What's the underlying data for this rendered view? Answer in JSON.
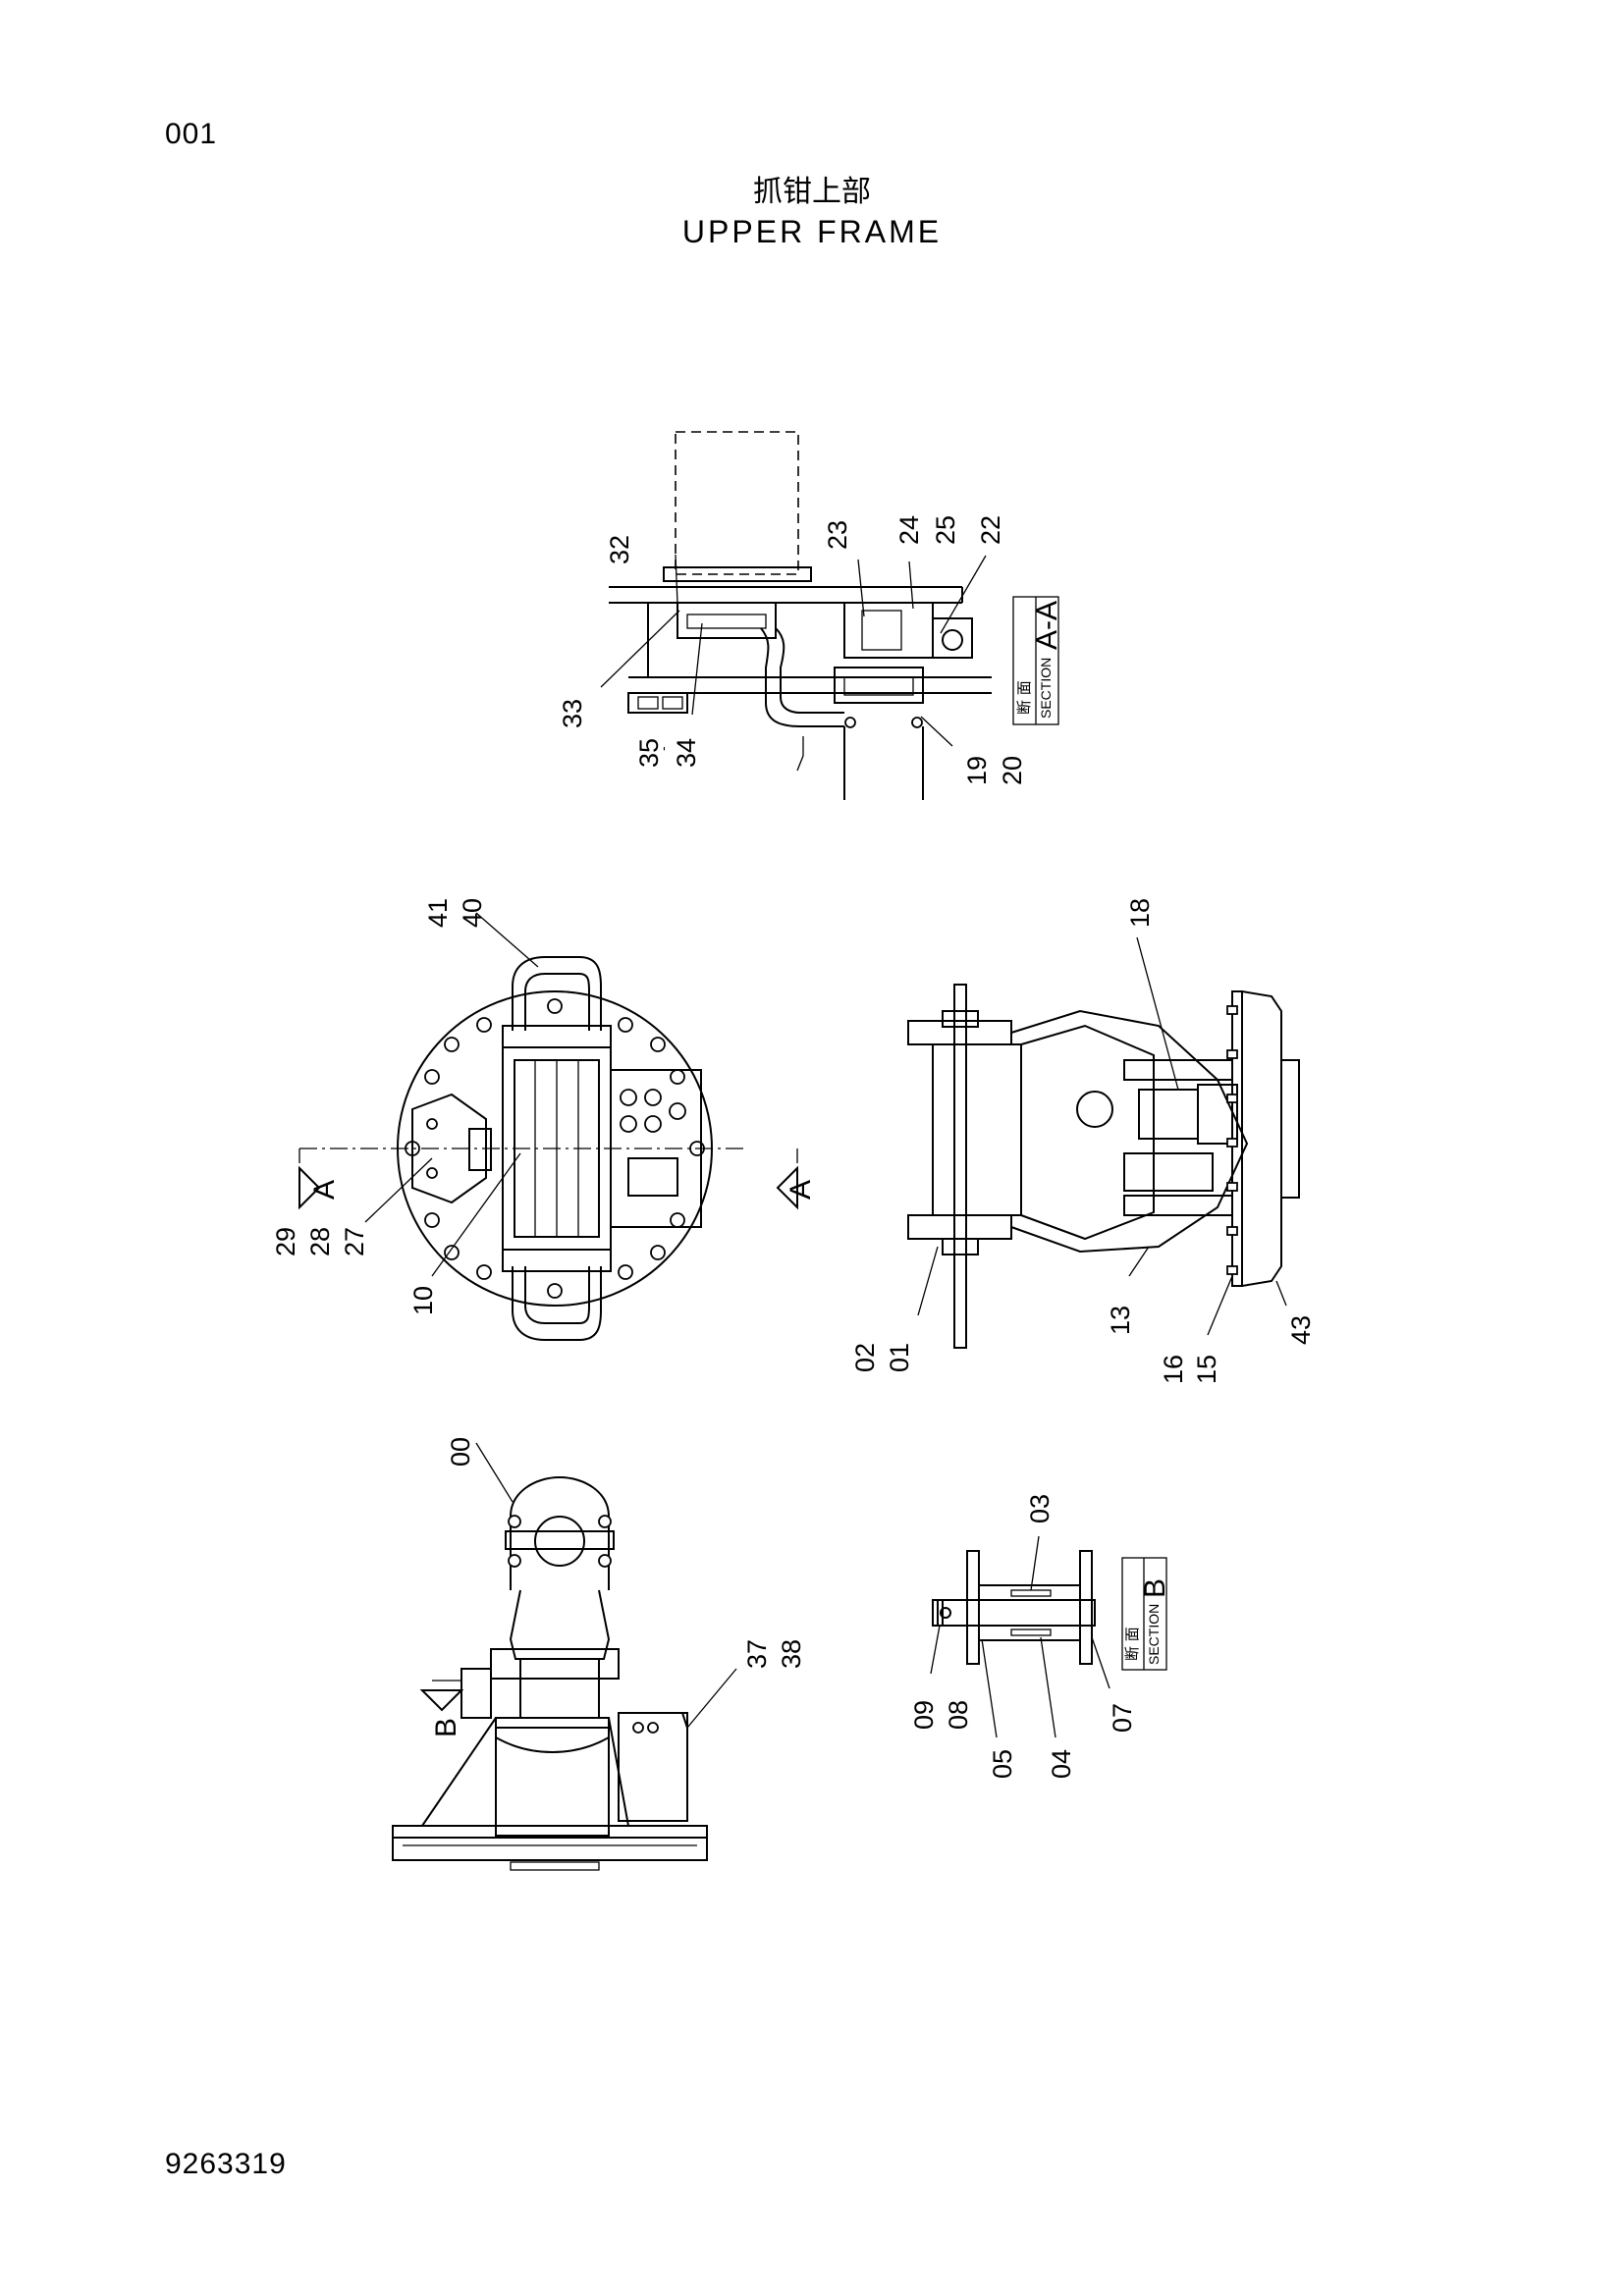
{
  "header": {
    "page_number": "001",
    "title_cn": "抓钳上部",
    "title_en": "UPPER FRAME"
  },
  "footer": {
    "document_number": "9263319"
  },
  "section_aa": {
    "label_cn": "断 面",
    "label_en": "SECTION",
    "letter": "A-A"
  },
  "section_b": {
    "label_cn": "断 面",
    "label_en": "SECTION",
    "letter": "B"
  },
  "view_markers": {
    "a_left": "A",
    "a_right": "A",
    "b": "B"
  },
  "callouts": {
    "c00": "00",
    "c01": "01",
    "c02": "02",
    "c03": "03",
    "c04": "04",
    "c05": "05",
    "c07": "07",
    "c08": "08",
    "c09": "09",
    "c10": "10",
    "c13": "13",
    "c15": "15",
    "c16": "16",
    "c18": "18",
    "c19": "19",
    "c20": "20",
    "c22": "22",
    "c23": "23",
    "c24": "24",
    "c25": "25",
    "c27": "27",
    "c28": "28",
    "c29": "29",
    "c32": "32",
    "c33": "33",
    "c34": "34",
    "c35": "35",
    "c37": "37",
    "c38": "38",
    "c40": "40",
    "c41": "41",
    "c43": "43"
  }
}
